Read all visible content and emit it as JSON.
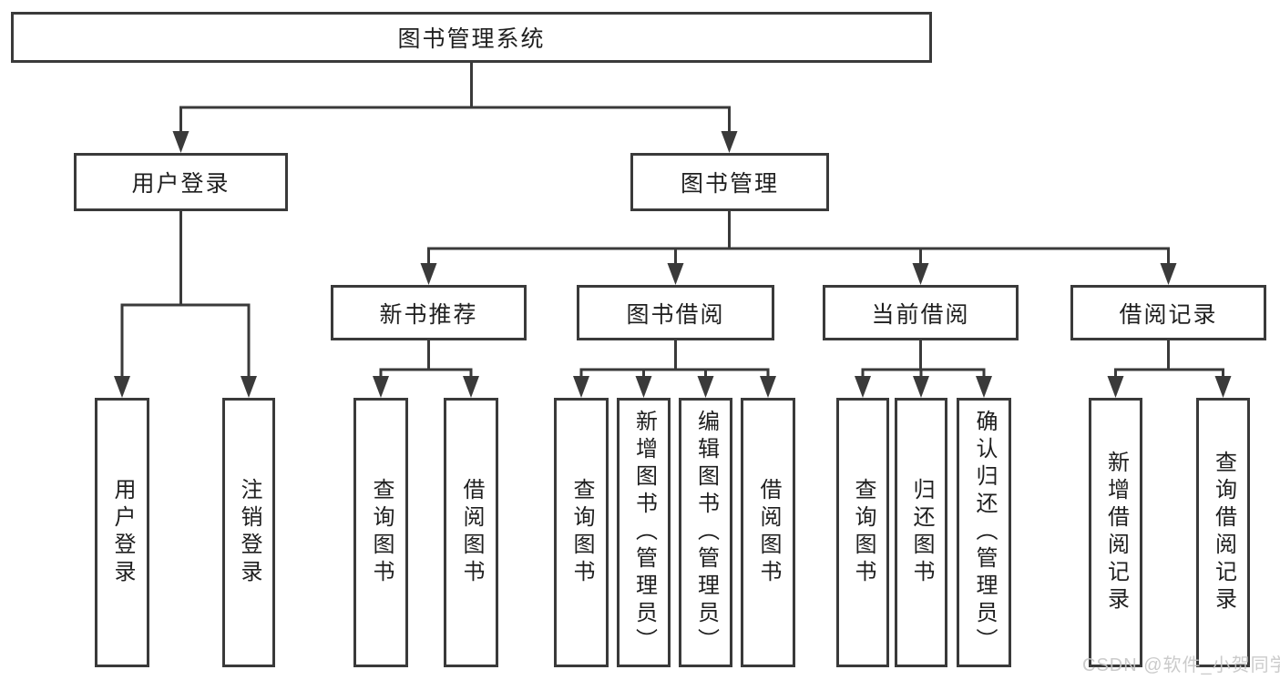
{
  "colors": {
    "line": "#3a3a3a",
    "text": "#1f1f1f",
    "watermark": "#c6c6c6",
    "background": "#ffffff"
  },
  "diagram": {
    "root": {
      "label": "图书管理系统"
    },
    "level2": {
      "user_login": {
        "label": "用户登录"
      },
      "book_mgmt": {
        "label": "图书管理"
      }
    },
    "level3": {
      "new_book_rec": {
        "label": "新书推荐"
      },
      "book_borrow": {
        "label": "图书借阅"
      },
      "current_borrow": {
        "label": "当前借阅"
      },
      "borrow_record": {
        "label": "借阅记录"
      }
    },
    "leaves": {
      "user_login": [
        "用户登录",
        "注销登录"
      ],
      "new_book_rec": [
        "查询图书",
        "借阅图书"
      ],
      "book_borrow": [
        "查询图书",
        "新增图书（管理员）",
        "编辑图书（管理员）",
        "借阅图书"
      ],
      "current_borrow": [
        "查询图书",
        "归还图书",
        "确认归还（管理员）"
      ],
      "borrow_record": [
        "新增借阅记录",
        "查询借阅记录"
      ]
    },
    "watermark": "CSDN @软件_小贺同学"
  }
}
